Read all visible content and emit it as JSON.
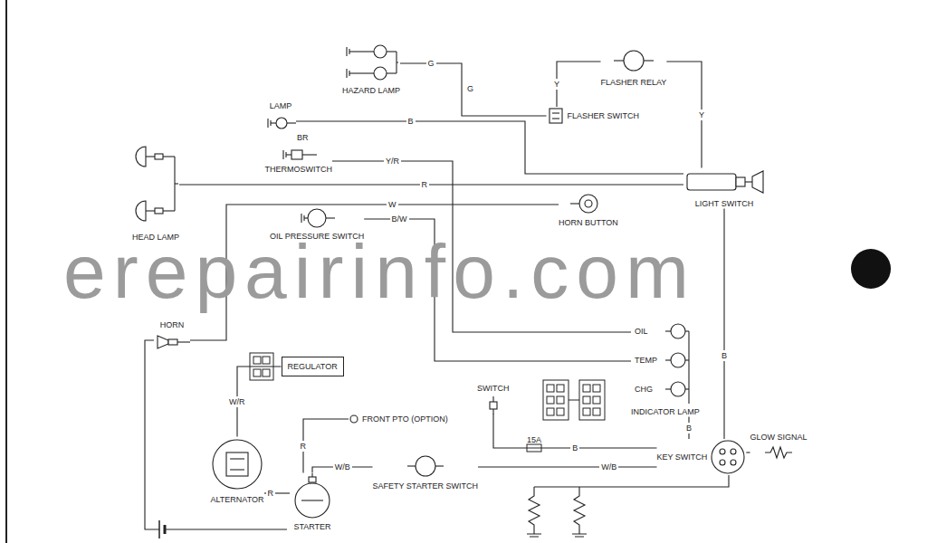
{
  "diagram": {
    "nodes": [
      {
        "text": [
          "HAZARD LAMP"
        ]
      },
      {
        "text": [
          "FLASHER RELAY"
        ]
      },
      {
        "text": [
          "FLASHER SWITCH"
        ]
      },
      {
        "text": [
          "LAMP"
        ]
      },
      {
        "text": [
          "THERMOSWITCH"
        ]
      },
      {
        "text": [
          "HEAD LAMP"
        ]
      },
      {
        "text": [
          "LIGHT SWITCH"
        ]
      },
      {
        "text": [
          "OIL PRESSURE SWITCH"
        ]
      },
      {
        "text": [
          "HORN BUTTON"
        ]
      },
      {
        "text": [
          "HORN"
        ]
      },
      {
        "text": [
          "REGULATOR"
        ]
      },
      {
        "text": [
          "INDICATOR LAMP"
        ]
      },
      {
        "text": [
          "GLOW SIGNAL"
        ]
      },
      {
        "text": [
          "KEY SWITCH"
        ]
      },
      {
        "text": [
          "FRONT PTO (OPTION)"
        ]
      },
      {
        "text": [
          "SWITCH"
        ]
      },
      {
        "text": [
          "ALTERNATOR"
        ]
      },
      {
        "text": [
          "STARTER"
        ]
      },
      {
        "text": [
          "SAFETY STARTER SWITCH"
        ]
      }
    ],
    "edges": [
      {
        "from": 0,
        "to": 2,
        "label": "G",
        "arrow": "none"
      },
      {
        "from": 2,
        "to": 1,
        "label": "Y",
        "arrow": "none"
      },
      {
        "from": 1,
        "to": 6,
        "label": "Y",
        "arrow": "none"
      },
      {
        "from": 3,
        "to": 6,
        "label": "B",
        "arrow": "none"
      },
      {
        "from": 5,
        "to": 6,
        "label": "R",
        "arrow": "none"
      },
      {
        "from": 4,
        "to": 11,
        "label": "Y/R",
        "arrow": "none"
      },
      {
        "from": 7,
        "to": 11,
        "label": "B/W",
        "arrow": "none"
      },
      {
        "from": 8,
        "to": 9,
        "label": "W",
        "arrow": "none"
      },
      {
        "from": 16,
        "to": 10,
        "label": "W/R",
        "arrow": "none"
      },
      {
        "from": 13,
        "to": 18,
        "label": "W/B",
        "arrow": "none"
      },
      {
        "from": 18,
        "to": 17,
        "label": "W/B",
        "arrow": "none"
      },
      {
        "from": 14,
        "to": 17,
        "label": "R",
        "arrow": "none"
      },
      {
        "from": 15,
        "to": 13,
        "label": "B",
        "arrow": "none"
      },
      {
        "from": 6,
        "to": 13,
        "label": "B",
        "arrow": "none"
      },
      {
        "from": 11,
        "to": 13,
        "label": "B",
        "arrow": "none"
      },
      {
        "from": 13,
        "to": 12,
        "arrow": "none"
      },
      {
        "from": 16,
        "to": 17,
        "label": "R",
        "arrow": "none"
      }
    ],
    "labels": [
      "erepairinfo.com",
      "G",
      "BR",
      "OIL",
      "TEMP",
      "CHG",
      "15A"
    ]
  }
}
